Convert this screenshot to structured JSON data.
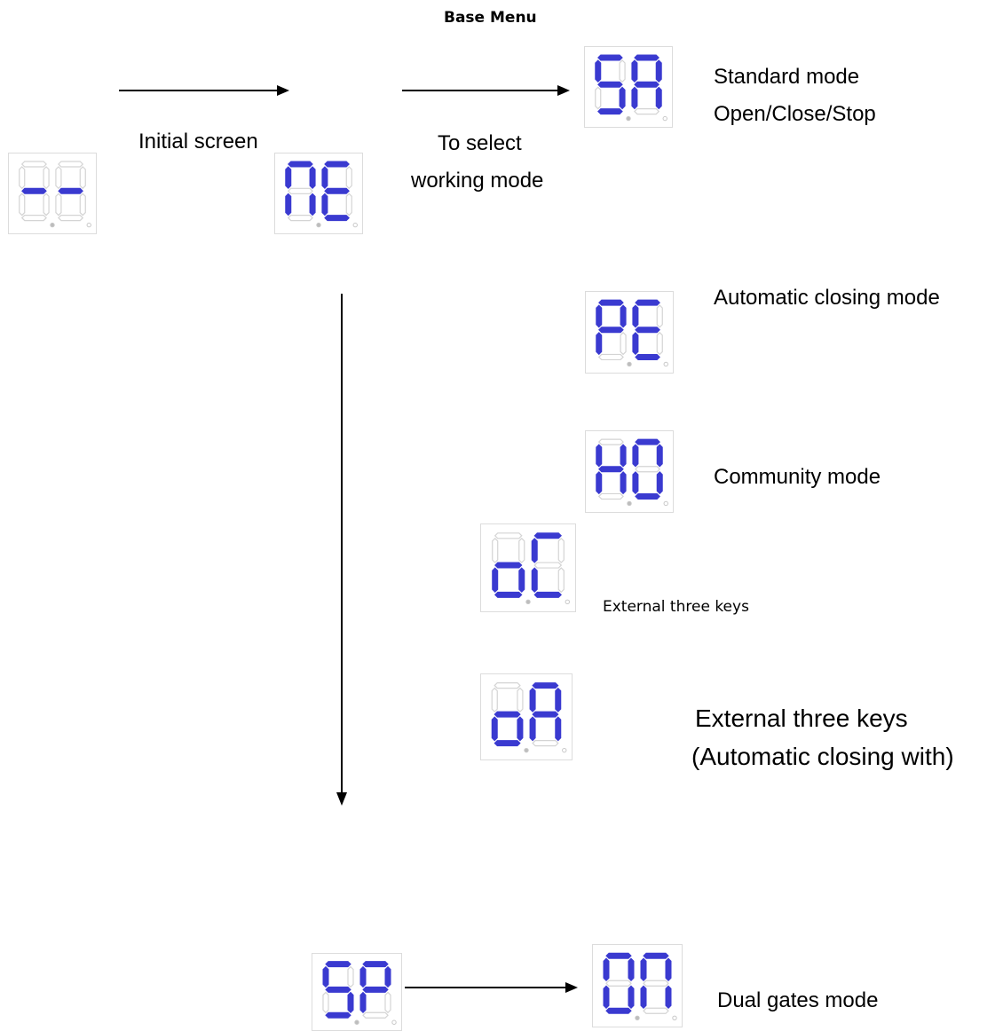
{
  "title": "Base Menu",
  "labels": {
    "initial_screen": "Initial screen",
    "to_select_line1": "To select",
    "to_select_line2": "working mode",
    "standard_mode_line1": "Standard mode",
    "standard_mode_line2": "Open/Close/Stop",
    "automatic_closing": "Automatic closing mode",
    "community_mode": "Community mode",
    "external_three_keys": "External three keys",
    "external_auto_line1": "External three keys",
    "external_auto_line2": "(Automatic closing with)",
    "dual_gates": "Dual gates mode"
  },
  "displays": [
    {
      "name": "initial-display",
      "code": "--"
    },
    {
      "name": "mode-entry-display",
      "code": "nE"
    },
    {
      "name": "standard-mode-display",
      "code": "SA"
    },
    {
      "name": "automatic-closing-display",
      "code": "PE"
    },
    {
      "name": "community-mode-display",
      "code": "HO"
    },
    {
      "name": "external-three-keys-display",
      "code": "oC"
    },
    {
      "name": "external-auto-display",
      "code": "oA"
    },
    {
      "name": "sp-display",
      "code": "SP"
    },
    {
      "name": "dual-gates-display",
      "code": "On"
    }
  ],
  "colors": {
    "segment_on": "#3a3ad0",
    "segment_off": "#d4d4d4",
    "arrow": "#000000"
  }
}
